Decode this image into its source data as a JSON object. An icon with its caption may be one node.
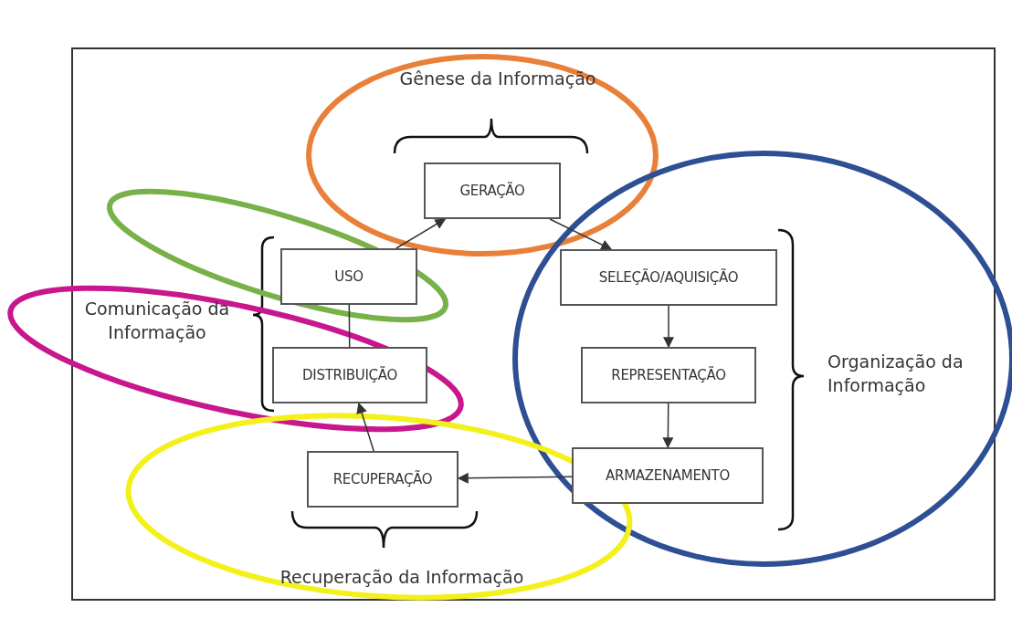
{
  "diagram": {
    "nodes": [
      {
        "text": [
          "GERAÇÃO"
        ]
      },
      {
        "text": [
          "USO"
        ]
      },
      {
        "text": [
          "SELEÇÃO/AQUISIÇÃO"
        ]
      },
      {
        "text": [
          "DISTRIBUIÇÃO"
        ]
      },
      {
        "text": [
          "REPRESENTAÇÃO"
        ]
      },
      {
        "text": [
          "RECUPERAÇÃO"
        ]
      },
      {
        "text": [
          "ARMAZENAMENTO"
        ]
      }
    ],
    "edges": [
      {
        "from": 1,
        "to": 0,
        "arrow": "to"
      },
      {
        "from": 0,
        "to": 2,
        "arrow": "to"
      },
      {
        "from": 2,
        "to": 4,
        "arrow": "to"
      },
      {
        "from": 4,
        "to": 6,
        "arrow": "to"
      },
      {
        "from": 6,
        "to": 5,
        "arrow": "to"
      },
      {
        "from": 5,
        "to": 3,
        "arrow": "to"
      },
      {
        "from": 3,
        "to": 1,
        "arrow": "none"
      }
    ],
    "labels": [
      "Gênese da Informação",
      "Comunicação da Informação",
      "Organização da Informação",
      "Recuperação da Informação"
    ]
  }
}
